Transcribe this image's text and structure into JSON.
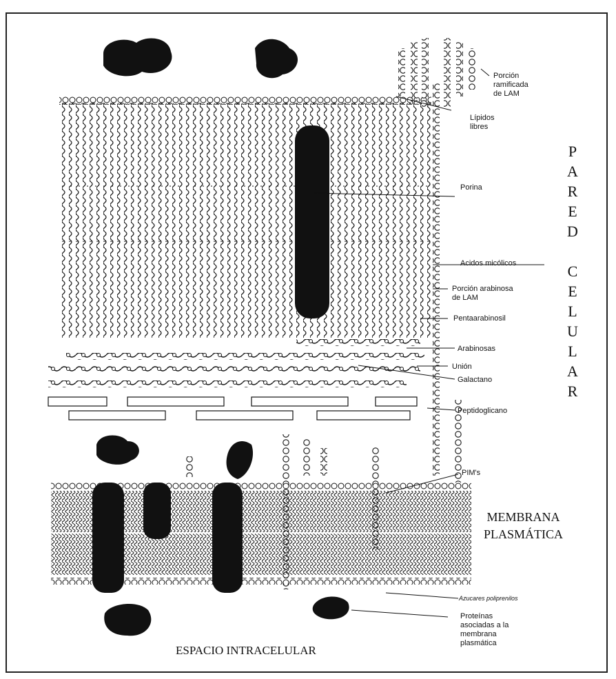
{
  "labels": {
    "lam_branch": "Porción\nramificada\nde LAM",
    "free_lipids": "Lípidos\nlibres",
    "porin": "Porina",
    "mycolic": "Acidos micólicos",
    "lam_arabinose": "Porción arabinosa\nde LAM",
    "pentaarabinosyl": "Pentaarabinosil",
    "arabinoses": "Arabinosas",
    "union": "Unión",
    "galactan": "Galactano",
    "peptidoglycan": "Peptidoglicano",
    "pims": "PIM's",
    "polyprenyl_sugars": "Azucares poliprenilos",
    "membrane_proteins": "Proteínas\nasociadas a la\nmembrana\nplasmática"
  },
  "regions": {
    "cell_wall": [
      "P",
      "A",
      "R",
      "E",
      "D",
      "",
      "C",
      "E",
      "L",
      "U",
      "L",
      "A",
      "R"
    ],
    "plasma_membrane": "MEMBRANA\nPLASMÁTICA",
    "intracellular_space": "ESPACIO INTRACELULAR"
  }
}
